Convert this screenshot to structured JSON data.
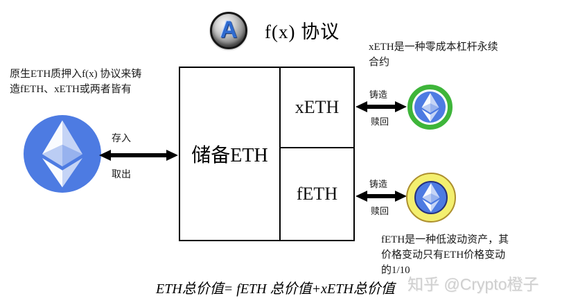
{
  "header": {
    "logo_letter": "A",
    "title": "f(x) 协议"
  },
  "notes": {
    "left": "原生ETH质押入f(x) 协议来铸\n造fETH、xETH或两者皆有",
    "xeth": "xETH是一种零成本杠杆永续\n合约",
    "feth": "fETH是一种低波动资产，其\n价格变动只有ETH价格变动\n的1/10"
  },
  "reserve_box": {
    "reserve_label": "储备ETH",
    "xeth_label": "xETH",
    "feth_label": "fETH"
  },
  "arrows": {
    "deposit": "存入",
    "withdraw": "取出",
    "mint_xeth": "铸造",
    "redeem_xeth": "赎回",
    "mint_feth": "铸造",
    "redeem_feth": "赎回"
  },
  "formula": "ETH总价值= fETH 总价值+xETH总价值",
  "watermark": "知乎 @Crypto橙子",
  "icons": {
    "logo": "aladdin-dao-coin-icon",
    "eth": "ethereum-diamond-icon"
  },
  "colors": {
    "eth_blue": "#4d7be2",
    "xeth_ring_green": "#3eb53a",
    "feth_ring_yellow": "#f3ef6f",
    "feth_ring_border": "#ad8f2d",
    "arrow_black": "#000000",
    "watermark_gray": "#cfcfcf"
  }
}
